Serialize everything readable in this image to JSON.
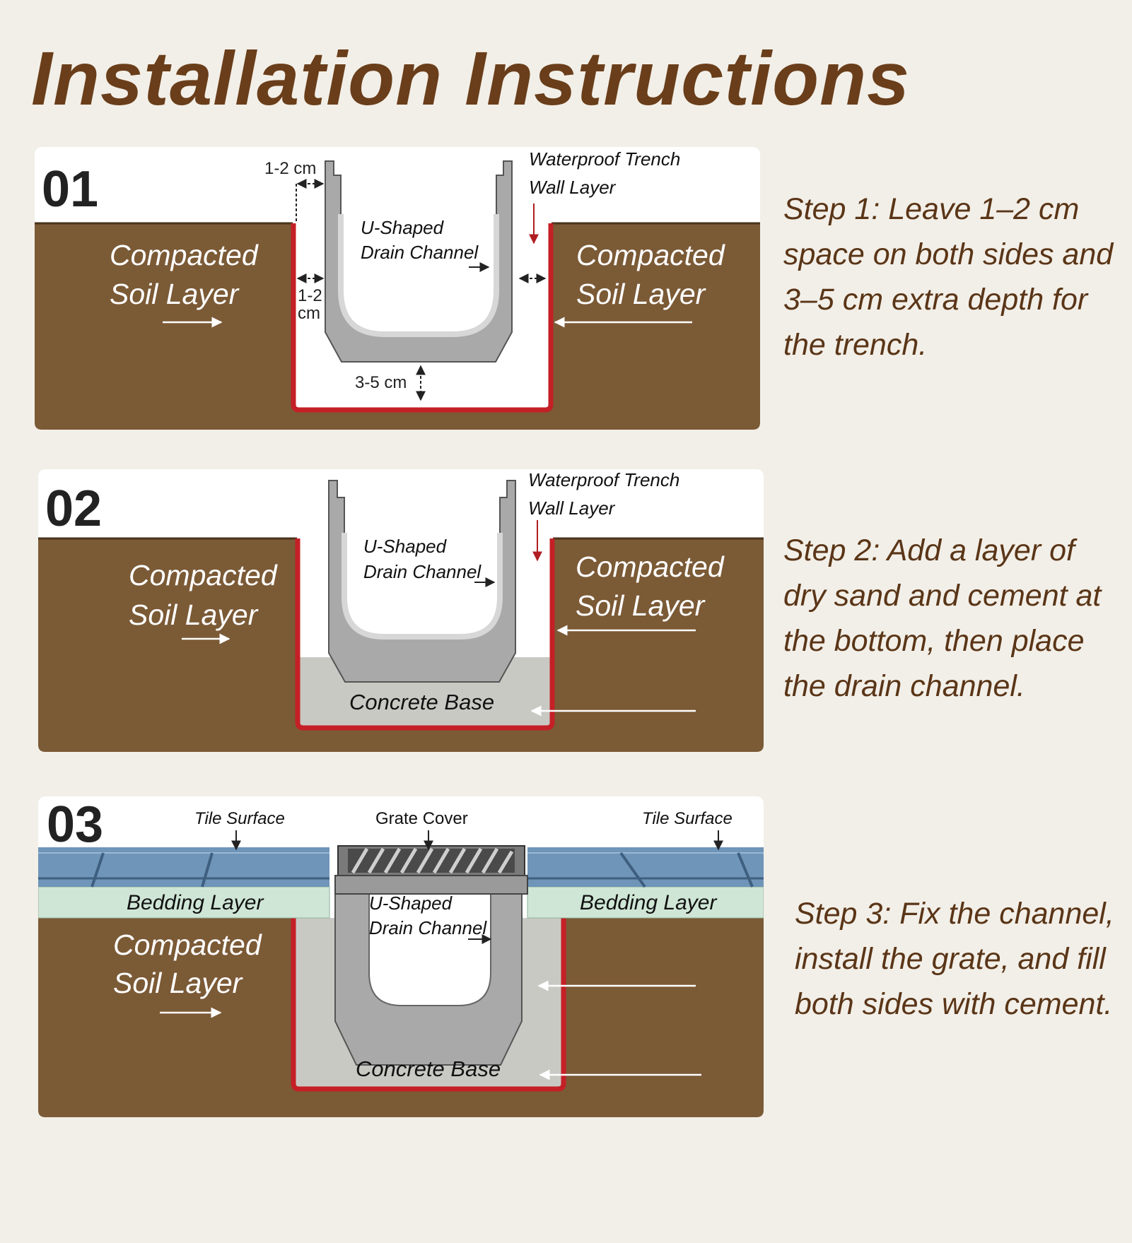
{
  "title": "Installation Instructions",
  "colors": {
    "background": "#f2efe8",
    "title": "#6a3e1a",
    "step_text": "#5a3517",
    "soil": "#7b5a36",
    "waterproof_wall": "#c42026",
    "channel": "#a9a9a9",
    "concrete": "#c9c9c4",
    "bedding": "#cfe6d6",
    "tile": "#6f95b9"
  },
  "steps": [
    {
      "number": "01",
      "text": "Step 1: Leave 1–2 cm space on both sides and 3–5 cm extra depth for the trench.",
      "labels": {
        "gap_top": "1-2 cm",
        "gap_side_1": "1-2",
        "gap_side_2": "cm",
        "depth": "3-5 cm",
        "wall_1": "Waterproof Trench",
        "wall_2": "Wall Layer",
        "channel_1": "U-Shaped",
        "channel_2": "Drain Channel",
        "soil_left_1": "Compacted",
        "soil_left_2": "Soil Layer",
        "soil_right_1": "Compacted",
        "soil_right_2": "Soil Layer"
      }
    },
    {
      "number": "02",
      "text": "Step 2: Add a layer of dry sand and cement at the bottom, then place the drain channel.",
      "labels": {
        "wall_1": "Waterproof Trench",
        "wall_2": "Wall Layer",
        "channel_1": "U-Shaped",
        "channel_2": "Drain Channel",
        "soil_left_1": "Compacted",
        "soil_left_2": "Soil Layer",
        "soil_right_1": "Compacted",
        "soil_right_2": "Soil Layer",
        "base": "Concrete Base"
      }
    },
    {
      "number": "03",
      "text": "Step 3: Fix the channel, install the grate, and fill both sides with cement.",
      "labels": {
        "tile_left": "Tile Surface",
        "grate": "Grate Cover",
        "tile_right": "Tile Surface",
        "bedding_left": "Bedding Layer",
        "bedding_right": "Bedding Layer",
        "channel_1": "U-Shaped",
        "channel_2": "Drain Channel",
        "soil_left_1": "Compacted",
        "soil_left_2": "Soil Layer",
        "base": "Concrete Base"
      }
    }
  ]
}
